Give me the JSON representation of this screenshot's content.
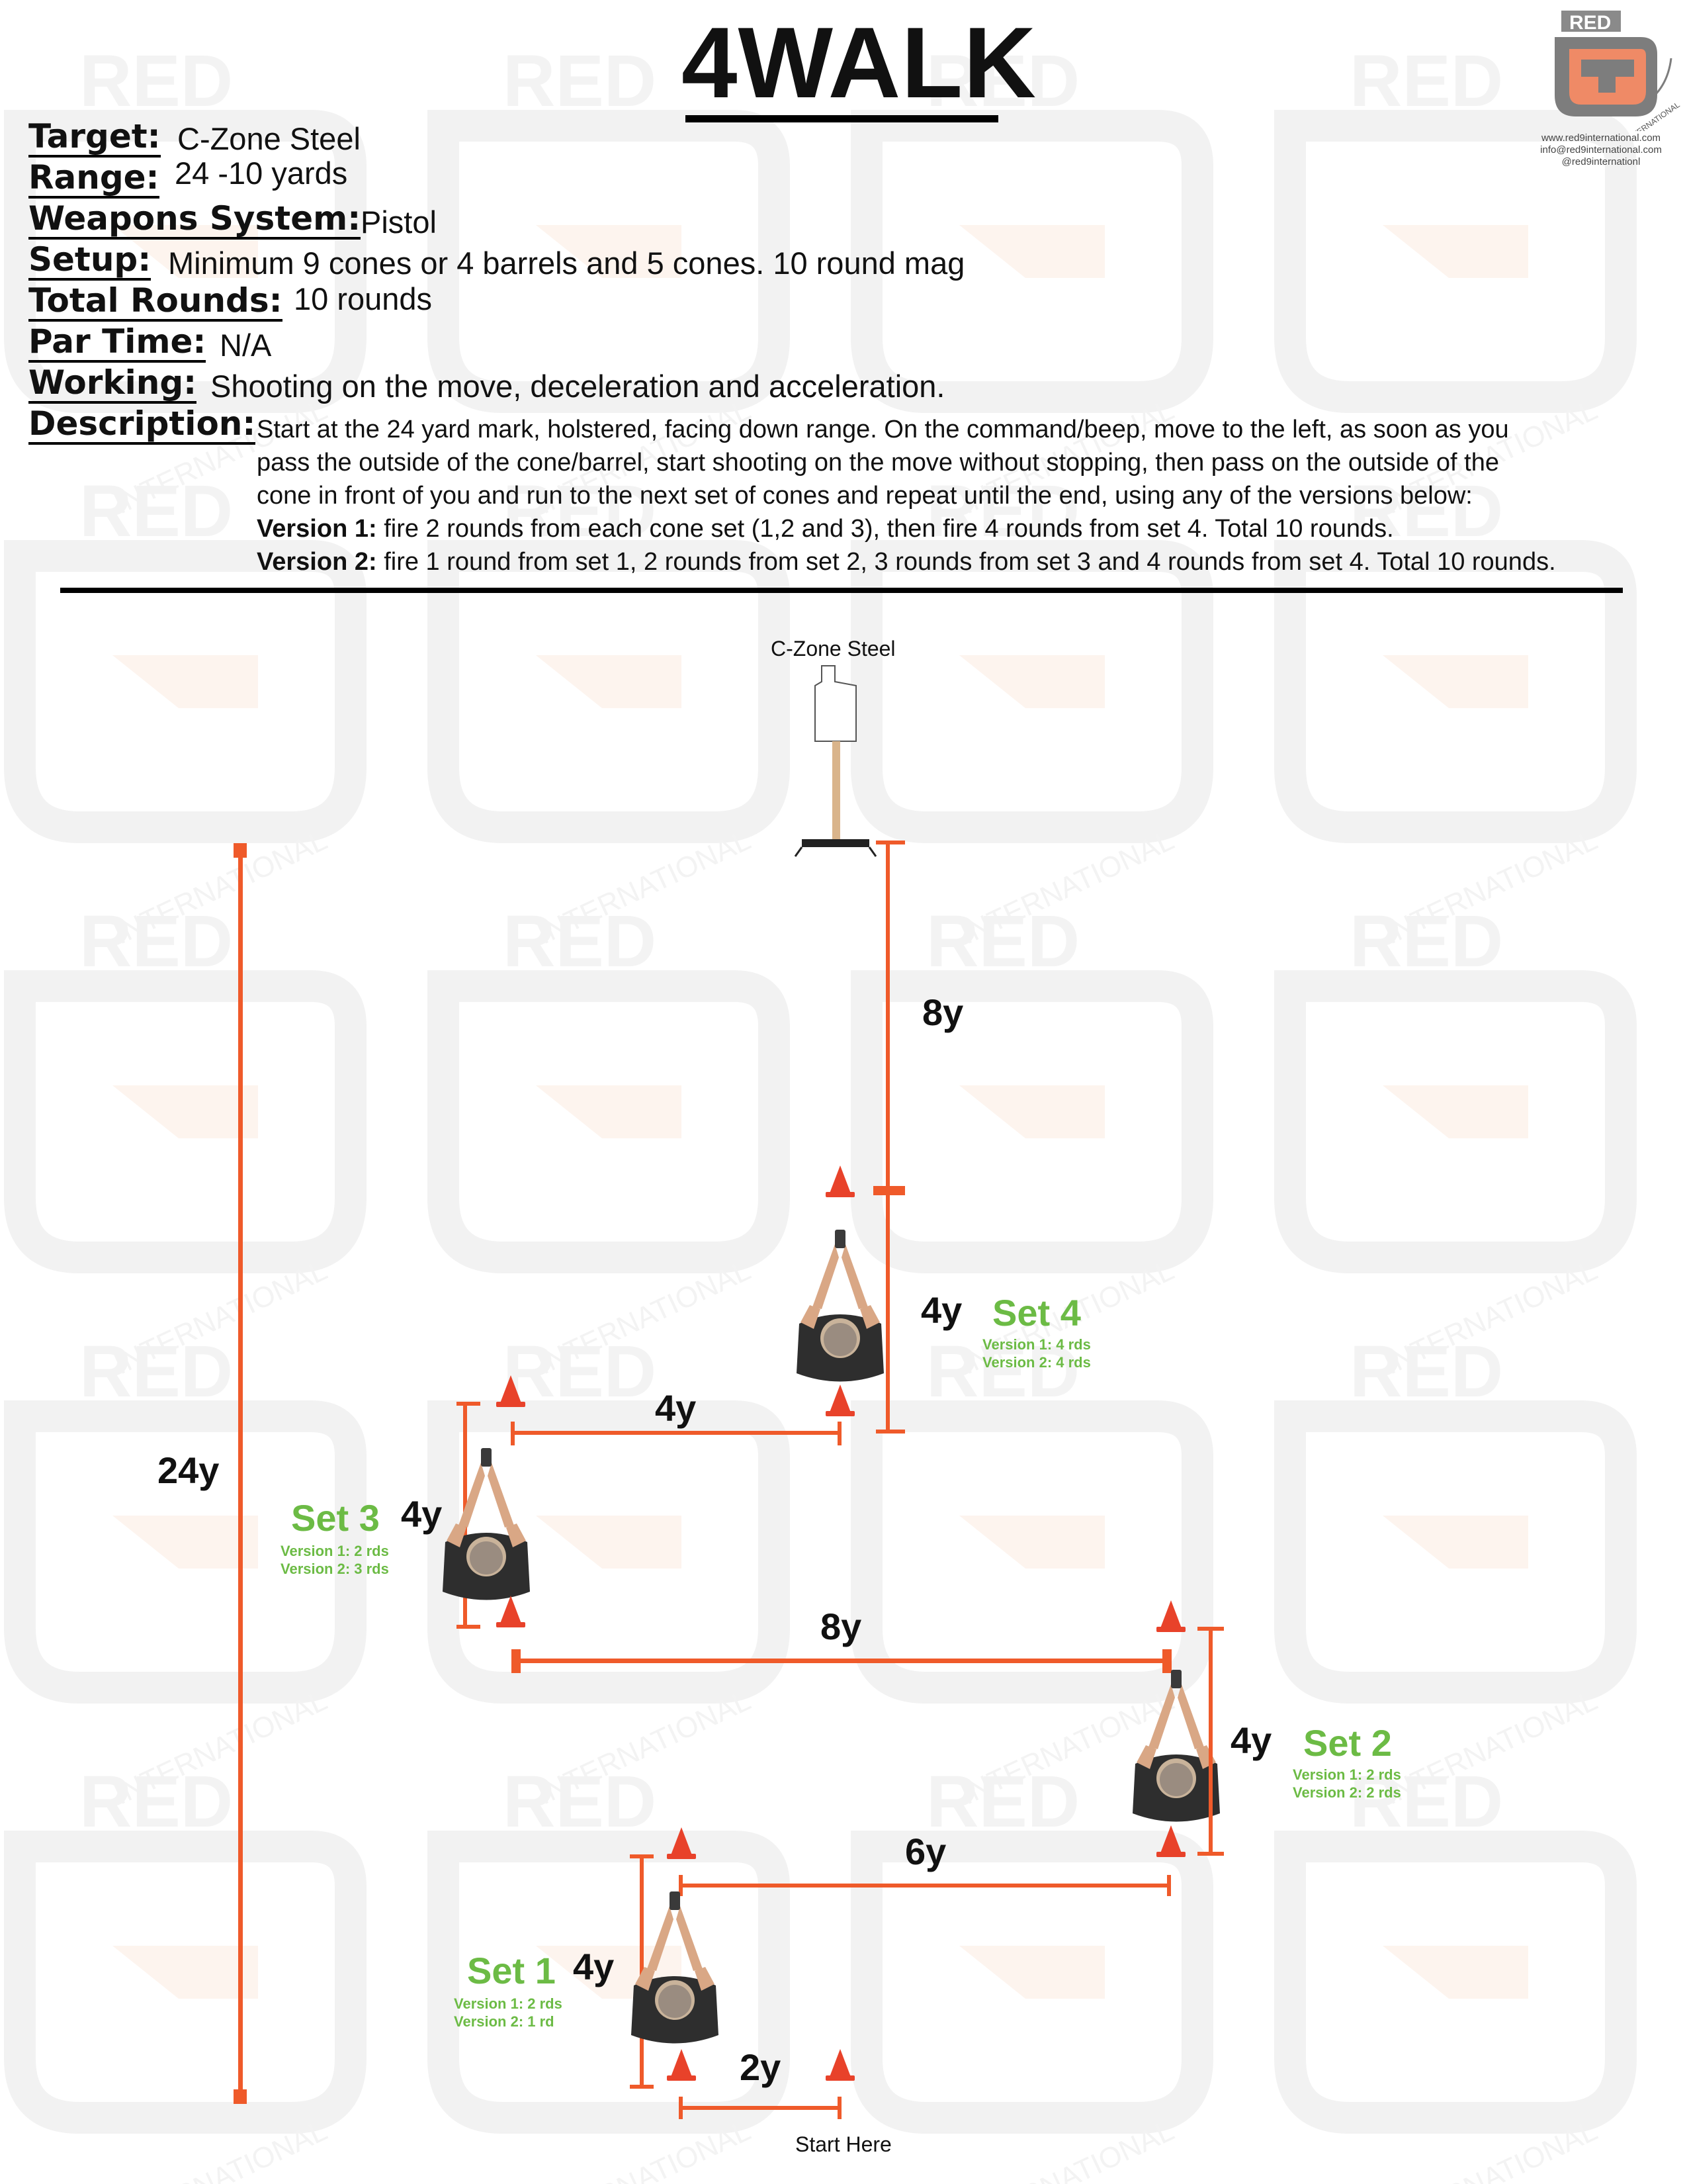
{
  "title": "4WALK",
  "info": {
    "target_label": "Target:",
    "target_value": "C-Zone Steel",
    "range_label": "Range:",
    "range_value": "24 -10 yards",
    "weapons_label": "Weapons System:",
    "weapons_value": "Pistol",
    "setup_label": "Setup:",
    "setup_value": "Minimum 9 cones or 4 barrels and 5 cones. 10 round mag",
    "rounds_label": "Total Rounds:",
    "rounds_value": "10 rounds",
    "par_label": "Par Time:",
    "par_value": "N/A",
    "working_label": "Working:",
    "working_value": "Shooting on the move, deceleration and acceleration.",
    "description_label": "Description:",
    "description_lines": [
      "Start at the 24 yard mark, holstered, facing down range. On the command/beep, move to the left, as soon as you",
      "pass the outside of the cone/barrel, start shooting on the move without stopping, then pass on the outside of the",
      "cone in front of you and run to the next set of cones and repeat until the end, using any of the versions below:"
    ],
    "version1_label": "Version 1:",
    "version1_text": " fire 2 rounds from each cone set (1,2 and 3), then fire 4 rounds from set 4. Total 10 rounds.",
    "version2_label": "Version 2:",
    "version2_text": " fire 1 round from set 1, 2 rounds from set 2, 3 rounds from set 3 and 4 rounds from set 4. Total 10 rounds."
  },
  "logo": {
    "text": "RED",
    "subtext": "INTERNATIONAL",
    "contact": [
      "www.red9international.com",
      "info@red9international.com",
      "@red9internationl"
    ]
  },
  "diagram": {
    "target_label": "C-Zone Steel",
    "start_label": "Start Here",
    "distances": {
      "total": "24y",
      "target_gap": "8y",
      "set4_depth": "4y",
      "set3_to_set4": "4y",
      "set3_depth": "4y",
      "set3_to_set2": "8y",
      "set2_depth": "4y",
      "set1_to_set2": "6y",
      "set1_depth": "4y",
      "start_width": "2y"
    },
    "sets": [
      {
        "name": "Set 1",
        "v1": "Version 1: 2 rds",
        "v2": "Version 2: 1 rd"
      },
      {
        "name": "Set 2",
        "v1": "Version 1: 2 rds",
        "v2": "Version 2: 2 rds"
      },
      {
        "name": "Set 3",
        "v1": "Version 1: 2 rds",
        "v2": "Version 2: 3 rds"
      },
      {
        "name": "Set 4",
        "v1": "Version 1: 4 rds",
        "v2": "Version 2: 4 rds"
      }
    ]
  },
  "colors": {
    "dimension": "#ef5a2a",
    "cone": "#e8422a",
    "set_label": "#6cbb45",
    "watermark": "#f1f1f1"
  }
}
